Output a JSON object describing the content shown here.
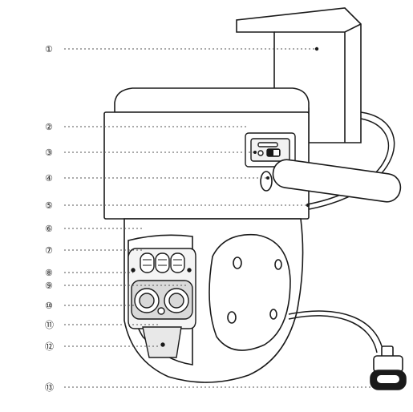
{
  "diagram": {
    "callouts": [
      {
        "number": "①"
      },
      {
        "number": "②"
      },
      {
        "number": "③"
      },
      {
        "number": "④"
      },
      {
        "number": "⑤"
      },
      {
        "number": "⑥"
      },
      {
        "number": "⑦"
      },
      {
        "number": "⑧"
      },
      {
        "number": "⑨"
      },
      {
        "number": "⑩"
      },
      {
        "number": "⑪"
      },
      {
        "number": "⑫"
      },
      {
        "number": "⑬"
      }
    ],
    "colors": {
      "line": "#1a1a1a",
      "body_fill": "#ffffff",
      "lens_fill": "#d9d9d9",
      "panel_fill": "#e8e8e8",
      "leader": "#555555"
    }
  }
}
